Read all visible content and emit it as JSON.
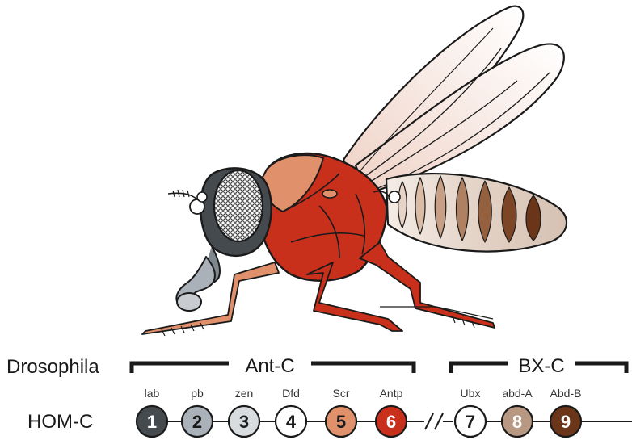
{
  "species_label": "Drosophila",
  "complex_label": "HOM-C",
  "ant_c": {
    "label": "Ant-C"
  },
  "bx_c": {
    "label": "BX-C"
  },
  "genes": [
    {
      "number": "1",
      "name": "lab",
      "fill": "#454a4f",
      "text_color": "#ffffff"
    },
    {
      "number": "2",
      "name": "pb",
      "fill": "#aab1b8",
      "text_color": "#1a1a1a"
    },
    {
      "number": "3",
      "name": "zen",
      "fill": "#d9dcdf",
      "text_color": "#1a1a1a"
    },
    {
      "number": "4",
      "name": "Dfd",
      "fill": "#ffffff",
      "text_color": "#1a1a1a"
    },
    {
      "number": "5",
      "name": "Scr",
      "fill": "#e0906a",
      "text_color": "#1a1a1a"
    },
    {
      "number": "6",
      "name": "Antp",
      "fill": "#c9301c",
      "text_color": "#ffffff"
    },
    {
      "number": "7",
      "name": "Ubx",
      "fill": "#ffffff",
      "text_color": "#1a1a1a"
    },
    {
      "number": "8",
      "name": "abd-A",
      "fill": "#b89882",
      "text_color": "#ffffff"
    },
    {
      "number": "9",
      "name": "Abd-B",
      "fill": "#6a3518",
      "text_color": "#ffffff"
    }
  ],
  "colors": {
    "head": "#454a4f",
    "thorax_red": "#c9301c",
    "thorax_salmon": "#e0906a",
    "abdomen_light": "#eadbd0",
    "abdomen_dark": "#6a3518",
    "wing": "#f6e8e2",
    "outline": "#1a1a1a"
  }
}
